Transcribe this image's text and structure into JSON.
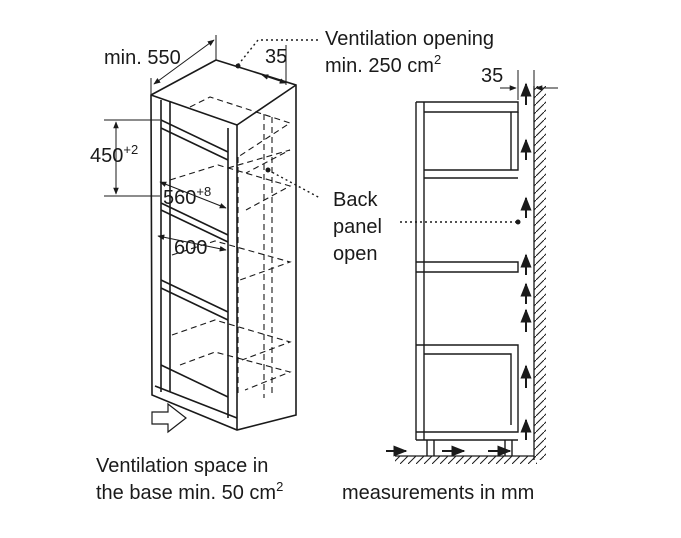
{
  "left_view": {
    "dims": {
      "depth": {
        "prefix": "min. ",
        "value": "550"
      },
      "top_offset": "35",
      "niche_height": {
        "value": "450",
        "tolerance": "+2"
      },
      "niche_width": {
        "value": "560",
        "tolerance": "+8"
      },
      "niche_depth": "600"
    },
    "vent_top": {
      "line1": "Ventilation opening",
      "line2": "min. 250 cm",
      "sup": "2"
    },
    "back_panel": {
      "line1": "Back",
      "line2": "panel",
      "line3": "open"
    },
    "vent_base": {
      "line1": "Ventilation space in",
      "line2": "the base min. 50 cm",
      "sup": "2"
    }
  },
  "right_view": {
    "dims": {
      "wall_gap": "35"
    }
  },
  "footer": {
    "units": "measurements in mm"
  }
}
